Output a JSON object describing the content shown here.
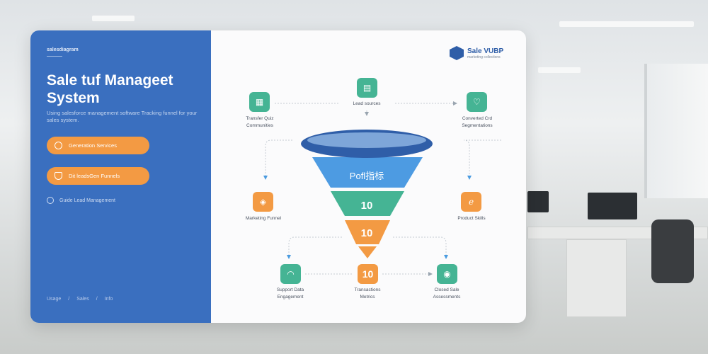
{
  "left_panel": {
    "kicker": "salesdiagram",
    "title": "Sale tuf Manageet System",
    "description": "Using salesforce management software Tracking funnel for your sales system.",
    "buttons": [
      {
        "label": "Generation Services",
        "icon": "smile-icon"
      },
      {
        "label": "Dit leadsGen Funnels",
        "icon": "shield-icon"
      }
    ],
    "link": "Guide Lead Management",
    "footer": [
      "Usage",
      "Sales",
      "Info"
    ]
  },
  "logo": {
    "name": "Sale VUBP",
    "subtitle": "marketing collections"
  },
  "diagram": {
    "top_center": {
      "label": "Lead sources",
      "icon": "table-icon"
    },
    "top_left": {
      "label": [
        "Transfer Quiz",
        "Communities"
      ],
      "icon": "grid-icon"
    },
    "top_right": {
      "label": [
        "Converted Crd",
        "Segmentations"
      ],
      "icon": "heart-icon"
    },
    "mid_left": {
      "label": "Marketing Funnel",
      "icon": "shield-icon"
    },
    "mid_right": {
      "label": "Product Skills",
      "icon": "swirl-icon"
    },
    "funnel": [
      "Pofl指标",
      "10",
      "10"
    ],
    "bottom_center": {
      "value": "10",
      "label": [
        "Transactions",
        "Metrics"
      ]
    },
    "bottom_left": {
      "label": [
        "Support Data",
        "Engagement"
      ],
      "icon": "dome-icon"
    },
    "bottom_right": {
      "label": [
        "Closed Sale",
        "Assessments"
      ],
      "icon": "leaf-icon"
    }
  },
  "colors": {
    "blue": "#3a6fbf",
    "green": "#45b494",
    "orange": "#f39a43",
    "navy": "#2f5ea8"
  }
}
